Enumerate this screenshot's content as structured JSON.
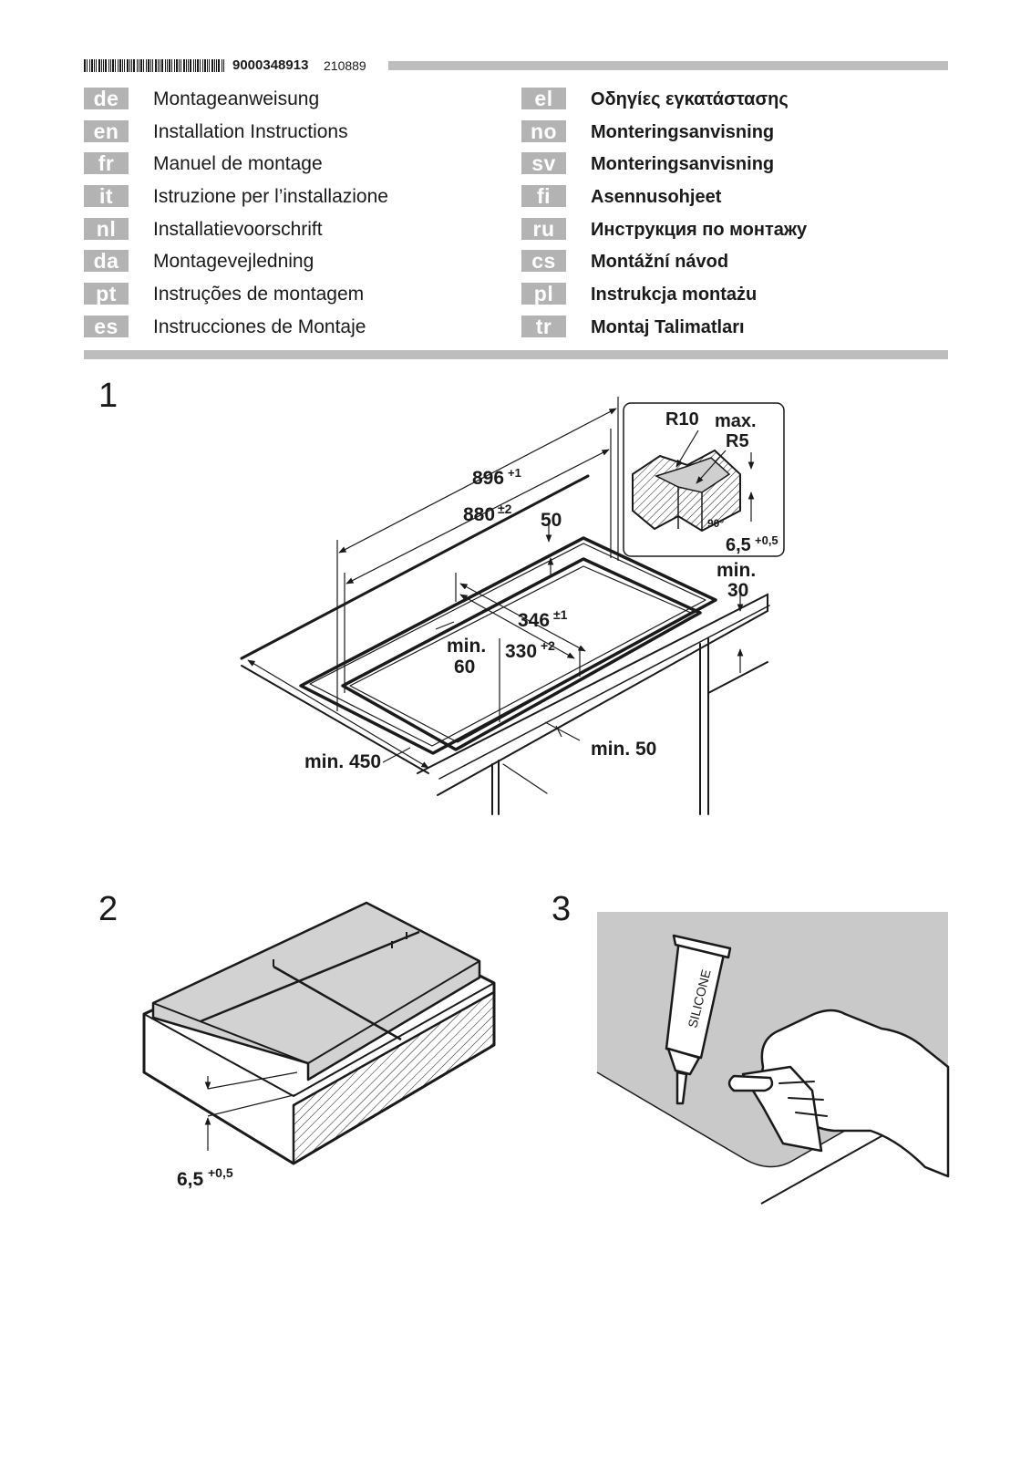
{
  "header": {
    "doc_number": "9000348913",
    "doc_date": "210889"
  },
  "languages_left": [
    {
      "code": "de",
      "title": "Montageanweisung"
    },
    {
      "code": "en",
      "title": "Installation Instructions"
    },
    {
      "code": "fr",
      "title": "Manuel de montage"
    },
    {
      "code": "it",
      "title": "Istruzione per l’installazione"
    },
    {
      "code": "nl",
      "title": "Installatievoorschrift"
    },
    {
      "code": "da",
      "title": "Montagevejledning"
    },
    {
      "code": "pt",
      "title": "Instruções de montagem"
    },
    {
      "code": "es",
      "title": "Instrucciones de Montaje"
    }
  ],
  "languages_right": [
    {
      "code": "el",
      "title": "Οδηγίες εγκατάστασης"
    },
    {
      "code": "no",
      "title": "Monteringsanvisning"
    },
    {
      "code": "sv",
      "title": "Monteringsanvisning"
    },
    {
      "code": "fi",
      "title": "Asennusohjeet"
    },
    {
      "code": "ru",
      "title": "Инструкция по монтажу"
    },
    {
      "code": "cs",
      "title": "Montážní návod"
    },
    {
      "code": "pl",
      "title": "Instrukcja montażu"
    },
    {
      "code": "tr",
      "title": "Montaj Talimatları"
    }
  ],
  "steps": {
    "step1": "1",
    "step2": "2",
    "step3": "3"
  },
  "figure1": {
    "dim_896": "896",
    "tol_896": "+1",
    "dim_880": "880",
    "tol_880": "±2",
    "dim_50_top": "50",
    "dim_346": "346",
    "tol_346": "±1",
    "dim_330": "330",
    "tol_330": "+2",
    "min_60_a": "min.",
    "min_60_b": "60",
    "min_450": "min. 450",
    "min_50": "min. 50",
    "min_30_a": "min.",
    "min_30_b": "30",
    "detail_r10": "R10",
    "detail_max": "max.",
    "detail_r5": "R5",
    "detail_angle": "90°",
    "detail_depth": "6,5",
    "detail_depth_tol": "+0,5"
  },
  "figure2": {
    "depth": "6,5",
    "depth_tol": "+0,5"
  },
  "figure3": {
    "tube_label": "SILICONE"
  }
}
